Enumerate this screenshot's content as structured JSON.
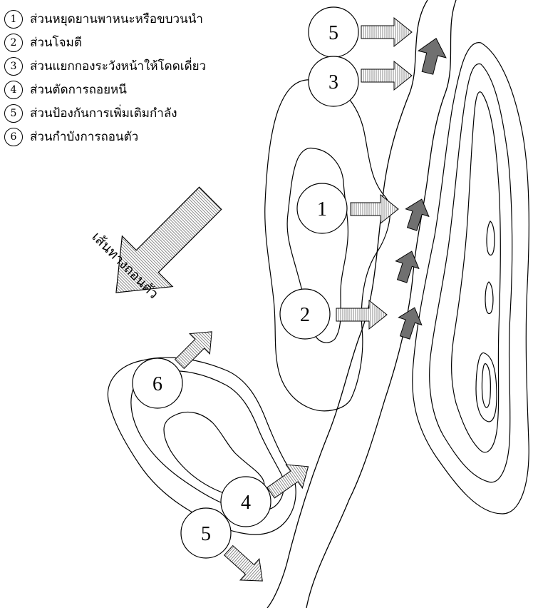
{
  "legend": {
    "items": [
      {
        "num": "1",
        "label": "ส่วนหยุดยานพาหนะหรือขบวนนำ"
      },
      {
        "num": "2",
        "label": "ส่วนโจมตี"
      },
      {
        "num": "3",
        "label": "ส่วนแยกกองระวังหน้าให้โดดเดี่ยว"
      },
      {
        "num": "4",
        "label": "ส่วนตัดการถอยหนี"
      },
      {
        "num": "5",
        "label": "ส่วนป้องกันการเพิ่มเติมกำลัง"
      },
      {
        "num": "6",
        "label": "ส่วนกำบังการถอนตัว"
      }
    ]
  },
  "route_label": "เส้นทางถอนตัว",
  "circles": {
    "c5_top": "5",
    "c3": "3",
    "c1": "1",
    "c2": "2",
    "c6": "6",
    "c4": "4",
    "c5_bottom": "5"
  },
  "colors": {
    "line": "#000000",
    "enemy_arrow": "#707070",
    "hatch_arrow": "#9a9a9a"
  }
}
